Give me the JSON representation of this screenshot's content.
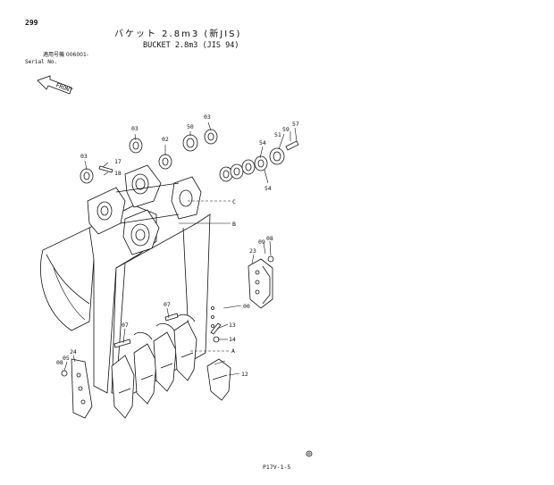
{
  "header": {
    "page_number": "299",
    "title_jp": "バケット 2.8m3 (新JIS)",
    "title_en": "BUCKET 2.8m3 (JIS 94)",
    "serial_label_jp": "適用号機 006001-",
    "serial_label_en": "Serial No."
  },
  "direction_arrow": {
    "label": "FRONT"
  },
  "part_callouts": [
    "03",
    "03",
    "50",
    "03",
    "02",
    "57",
    "59",
    "51",
    "54",
    "54",
    "17",
    "18",
    "C",
    "B",
    "09",
    "08",
    "23",
    "00",
    "07",
    "07",
    "13",
    "14",
    "A",
    "05",
    "08",
    "24",
    "12"
  ],
  "footer": {
    "page_code": "P17V-1-5"
  }
}
